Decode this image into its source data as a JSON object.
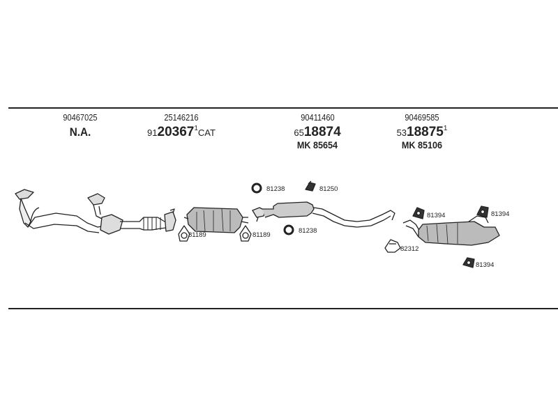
{
  "columns": [
    {
      "code": "90467025",
      "main": "N.A."
    },
    {
      "code": "25146216",
      "prefix": "91",
      "number": "20367",
      "sup": "1",
      "suffix": "CAT"
    },
    {
      "code": "90411460",
      "prefix": "65",
      "number": "18874",
      "mk": "MK 85654"
    },
    {
      "code": "90469585",
      "prefix": "53",
      "number": "18875",
      "sup": "1",
      "mk": "MK 85106"
    }
  ],
  "parts": {
    "gasket_left": "81189",
    "gasket_right": "81189",
    "ring_top": "81238",
    "ring_bottom": "81238",
    "clamp": "81250",
    "hanger_a": "81394",
    "hanger_b": "81394",
    "hanger_c": "81394",
    "clamp_rear": "82312"
  }
}
